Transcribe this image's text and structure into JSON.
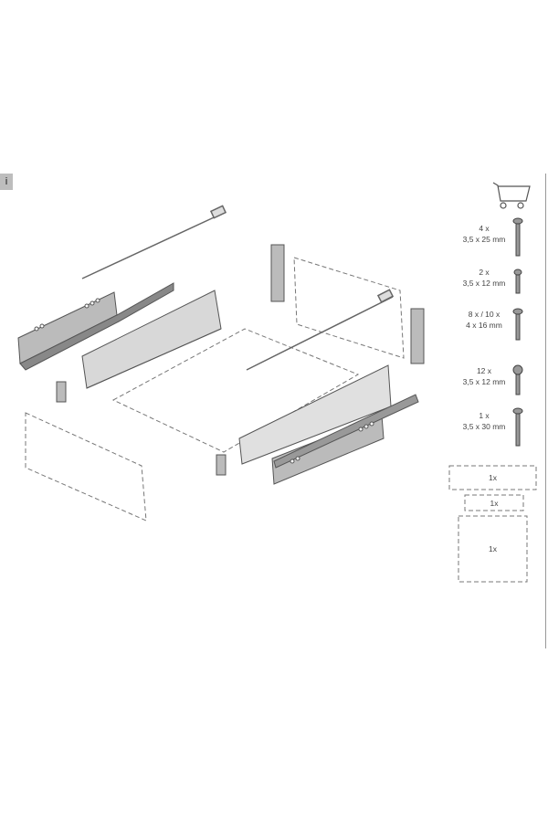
{
  "info_marker": "i",
  "parts_list": [
    {
      "quantity": "4 x",
      "size": "3,5 x 25 mm",
      "icon": "screw-long-icon"
    },
    {
      "quantity": "2 x",
      "size": "3,5 x 12 mm",
      "icon": "screw-short-icon"
    },
    {
      "quantity": "8 x / 10 x",
      "size": "4 x 16 mm",
      "icon": "screw-countersunk-icon"
    },
    {
      "quantity": "12 x",
      "size": "3,5 x 12 mm",
      "icon": "screw-pan-head-icon"
    },
    {
      "quantity": "1 x",
      "size": "3,5 x 30 mm",
      "icon": "screw-long-icon"
    }
  ],
  "panels": [
    {
      "quantity": "1x"
    },
    {
      "quantity": "1x"
    },
    {
      "quantity": "1x"
    }
  ],
  "colors": {
    "line": "#555555",
    "metal": "#c8c8c8",
    "dark": "#444444",
    "dashed": "#777777"
  }
}
